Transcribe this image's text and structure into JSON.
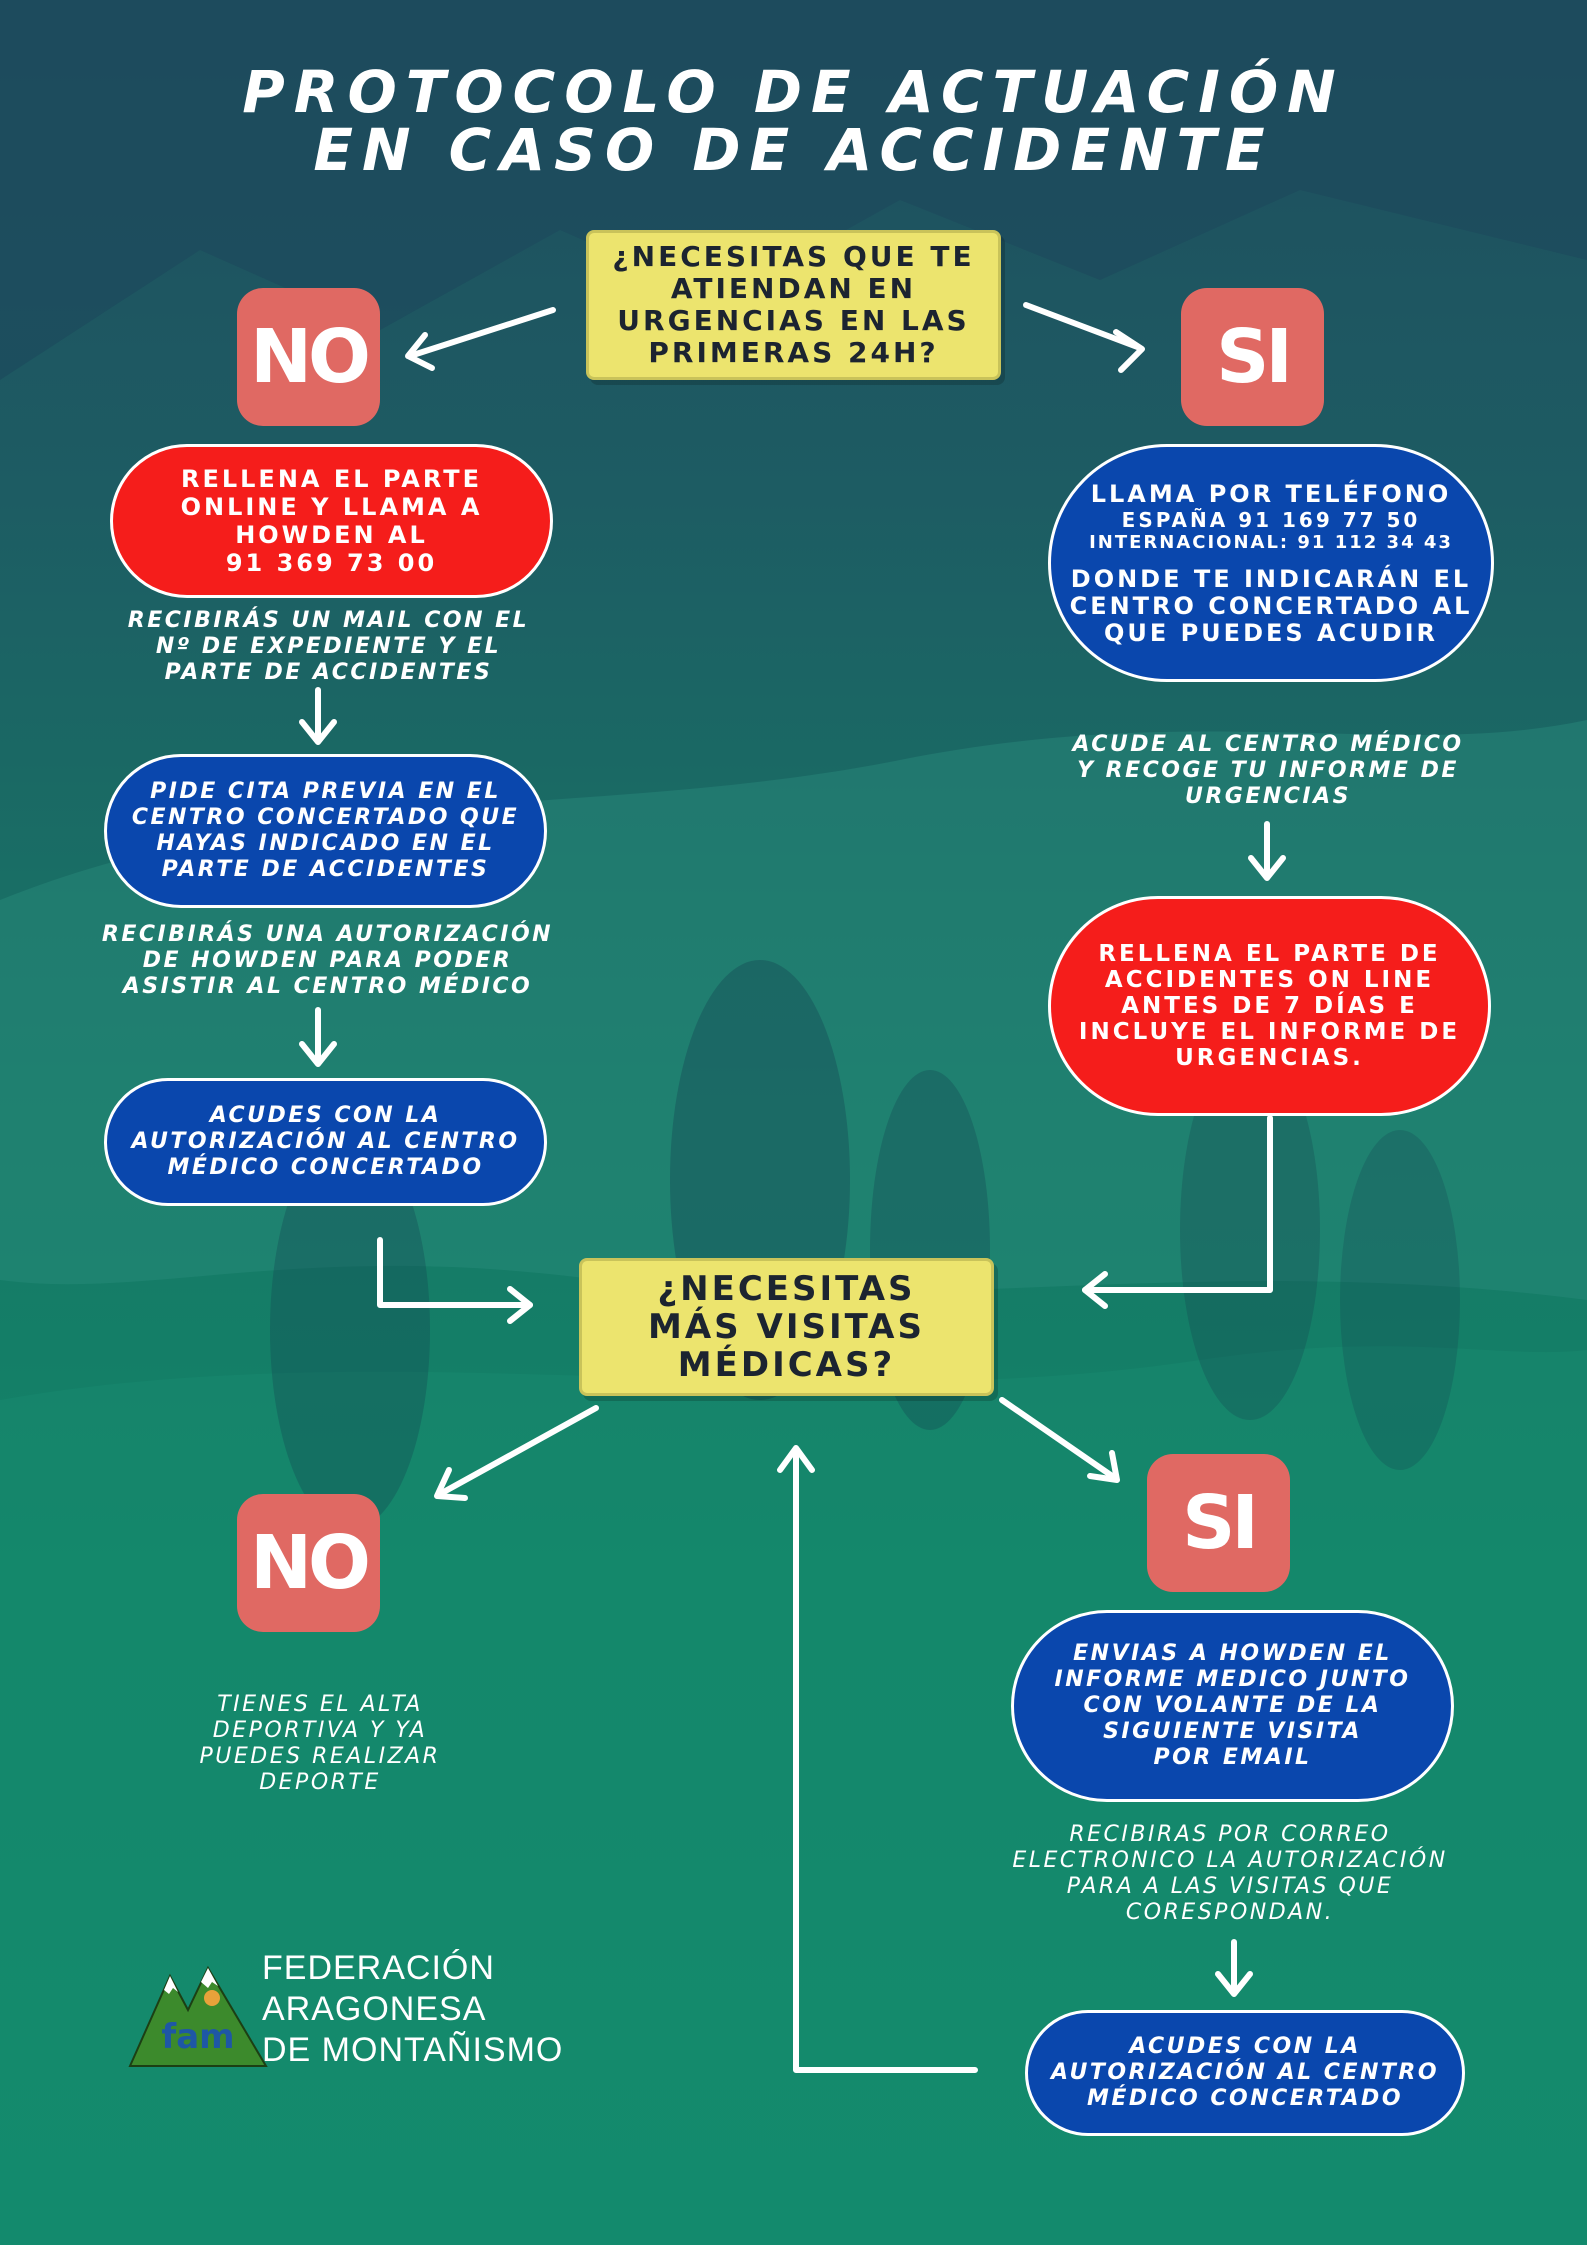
{
  "title": {
    "line1": "PROTOCOLO DE ACTUACIÓN",
    "line2": "EN CASO DE ACCIDENTE"
  },
  "question1": "¿NECESITAS QUE TE\nATIENDAN EN\nURGENCIAS EN LAS\nPRIMERAS 24H?",
  "question2": "¿NECESITAS\nMÁS VISITAS\nMÉDICAS?",
  "badges": {
    "no": "NO",
    "si": "SI"
  },
  "left_branch": {
    "step1": "RELLENA EL PARTE\nONLINE Y LLAMA A\nHOWDEN AL\n91 369 73 00",
    "note1": "RECIBIRÁS UN MAIL CON EL\nNº DE EXPEDIENTE Y EL\nPARTE DE ACCIDENTES",
    "step2": "PIDE CITA PREVIA EN EL\nCENTRO CONCERTADO QUE\nHAYAS INDICADO EN EL\nPARTE DE ACCIDENTES",
    "note2": "RECIBIRÁS UNA AUTORIZACIÓN\nDE HOWDEN PARA PODER\nASISTIR AL CENTRO MÉDICO",
    "step3": "ACUDES CON LA\nAUTORIZACIÓN AL CENTRO\nMÉDICO CONCERTADO"
  },
  "right_branch": {
    "call_title": "LLAMA POR TELÉFONO",
    "call_spain": "ESPAÑA 91 169 77 50",
    "call_intl": "INTERNACIONAL:  91 112 34 43",
    "call_desc": "DONDE TE INDICARÁN EL\nCENTRO CONCERTADO AL\nQUE PUEDES ACUDIR",
    "note1": "ACUDE AL CENTRO MÉDICO\nY RECOGE TU INFORME DE\nURGENCIAS",
    "step2": "RELLENA EL PARTE DE\nACCIDENTES ON LINE\nANTES DE 7 DÍAS E\nINCLUYE EL INFORME DE\nURGENCIAS."
  },
  "bottom_left": {
    "note": "TIENES EL ALTA\nDEPORTIVA Y YA\nPUEDES REALIZAR\nDEPORTE"
  },
  "bottom_right": {
    "step1": "ENVIAS A HOWDEN EL\nINFORME MEDICO JUNTO\nCON VOLANTE DE LA\nSIGUIENTE VISITA\nPOR EMAIL",
    "note1": "RECIBIRAS POR CORREO\nELECTRONICO LA AUTORIZACIÓN\nPARA A LAS VISITAS QUE\nCORESPONDAN.",
    "step2": "ACUDES CON LA\nAUTORIZACIÓN AL CENTRO\nMÉDICO CONCERTADO"
  },
  "footer": {
    "logo_text": "fam",
    "org_line1": "FEDERACIÓN",
    "org_line2": "ARAGONESA",
    "org_line3": "DE MONTAÑISMO"
  },
  "colors": {
    "question_fill": "#ece46e",
    "badge_fill": "#e06963",
    "red_step": "#f51d1b",
    "blue_step": "#0a47ad",
    "background_teal": "#177766"
  }
}
